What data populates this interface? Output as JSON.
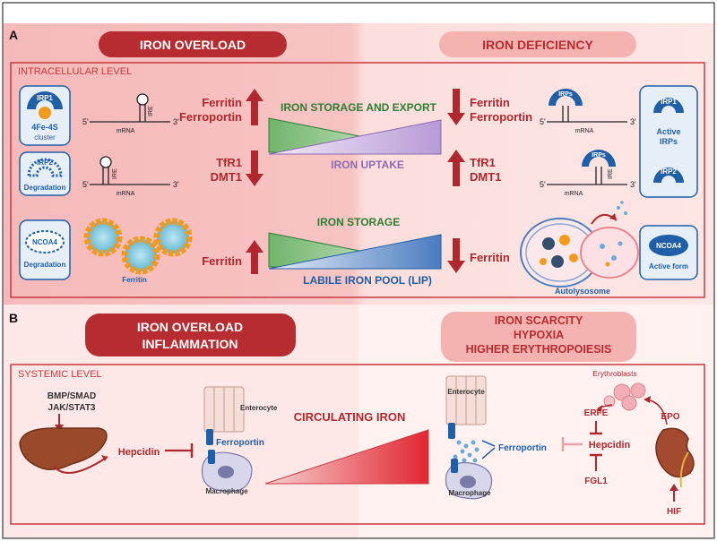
{
  "panel_a": {
    "letter": "A",
    "overload_title": "IRON OVERLOAD",
    "deficiency_title": "IRON DEFICIENCY",
    "level_label": "INTRACELLULAR LEVEL",
    "irp1_label": "IRP1",
    "fe4s_label": "4Fe-4S",
    "cluster_label": "cluster",
    "irp2_label": "IRP2",
    "degradation_label": "Degradation",
    "mrna": "mRNA",
    "ire": "IRE",
    "five_prime": "5'",
    "three_prime": "3'",
    "ferritin_ferroportin_1": "Ferritin",
    "ferritin_ferroportin_2": "Ferroportin",
    "tfr_dmt_1": "TfR1",
    "tfr_dmt_2": "DMT1",
    "storage_export": "IRON STORAGE AND EXPORT",
    "iron_uptake": "IRON UPTAKE",
    "iron_storage": "IRON STORAGE",
    "lip": "LABILE IRON POOL (LIP)",
    "ncoa4": "NCOA4",
    "ferritin": "Ferritin",
    "irps": "IRPs",
    "active_irps_1": "Active",
    "active_irps_2": "IRPs",
    "autolysosome": "Autolysosome",
    "active_form": "Active form"
  },
  "panel_b": {
    "letter": "B",
    "left_title_1": "IRON OVERLOAD",
    "left_title_2": "INFLAMMATION",
    "right_title_1": "IRON SCARCITY",
    "right_title_2": "HYPOXIA",
    "right_title_3": "HIGHER ERYTHROPOIESIS",
    "level_label": "SYSTEMIC LEVEL",
    "bmp_smad": "BMP/SMAD",
    "jak_stat": "JAK/STAT3",
    "hepcidin": "Hepcidin",
    "ferroportin": "Ferroportin",
    "enterocyte": "Enterocyte",
    "macrophage": "Macrophage",
    "circulating_iron": "CIRCULATING IRON",
    "erythroblasts": "Erythroblasts",
    "erfe": "ERFE",
    "epo": "EPO",
    "fgl1": "FGL1",
    "hif": "HIF"
  },
  "colors": {
    "dark_red": "#b0282e",
    "mid_red": "#c9393d",
    "pink_bg_left": "#f3b3b4",
    "pink_bg_right": "#fbd6d3",
    "green": "#2f7d32",
    "purple": "#8d6ab3",
    "blue": "#1f5fa8",
    "orange": "#f39a1d"
  }
}
